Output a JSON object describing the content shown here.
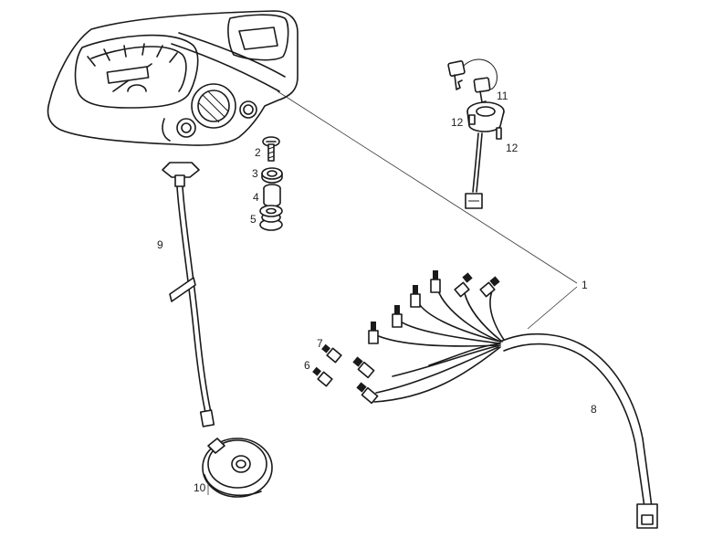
{
  "callouts": {
    "p1": "1",
    "p2": "2",
    "p3": "3",
    "p4": "4",
    "p5": "5",
    "p6": "6",
    "p7": "7",
    "p8": "8",
    "p9": "9",
    "p10": "10",
    "p11": "11",
    "p12a": "12",
    "p12b": "12"
  }
}
